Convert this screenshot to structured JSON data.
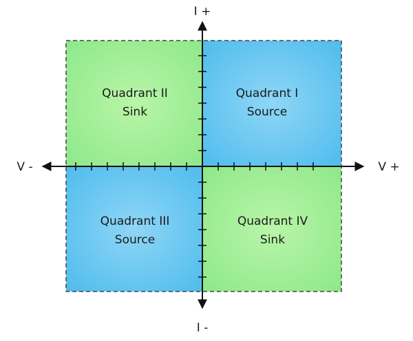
{
  "axes": {
    "i_plus": "I +",
    "i_minus": "I -",
    "v_minus": "V -",
    "v_plus": "V +"
  },
  "quadrants": {
    "q2": {
      "line1": "Quadrant II",
      "line2": "Sink"
    },
    "q1": {
      "line1": "Quadrant I",
      "line2": "Source"
    },
    "q3": {
      "line1": "Quadrant III",
      "line2": "Source"
    },
    "q4": {
      "line1": "Quadrant IV",
      "line2": "Sink"
    }
  },
  "colors": {
    "sink_green": "#8ee88a",
    "source_blue": "#56c0ee",
    "axis": "#111111"
  }
}
